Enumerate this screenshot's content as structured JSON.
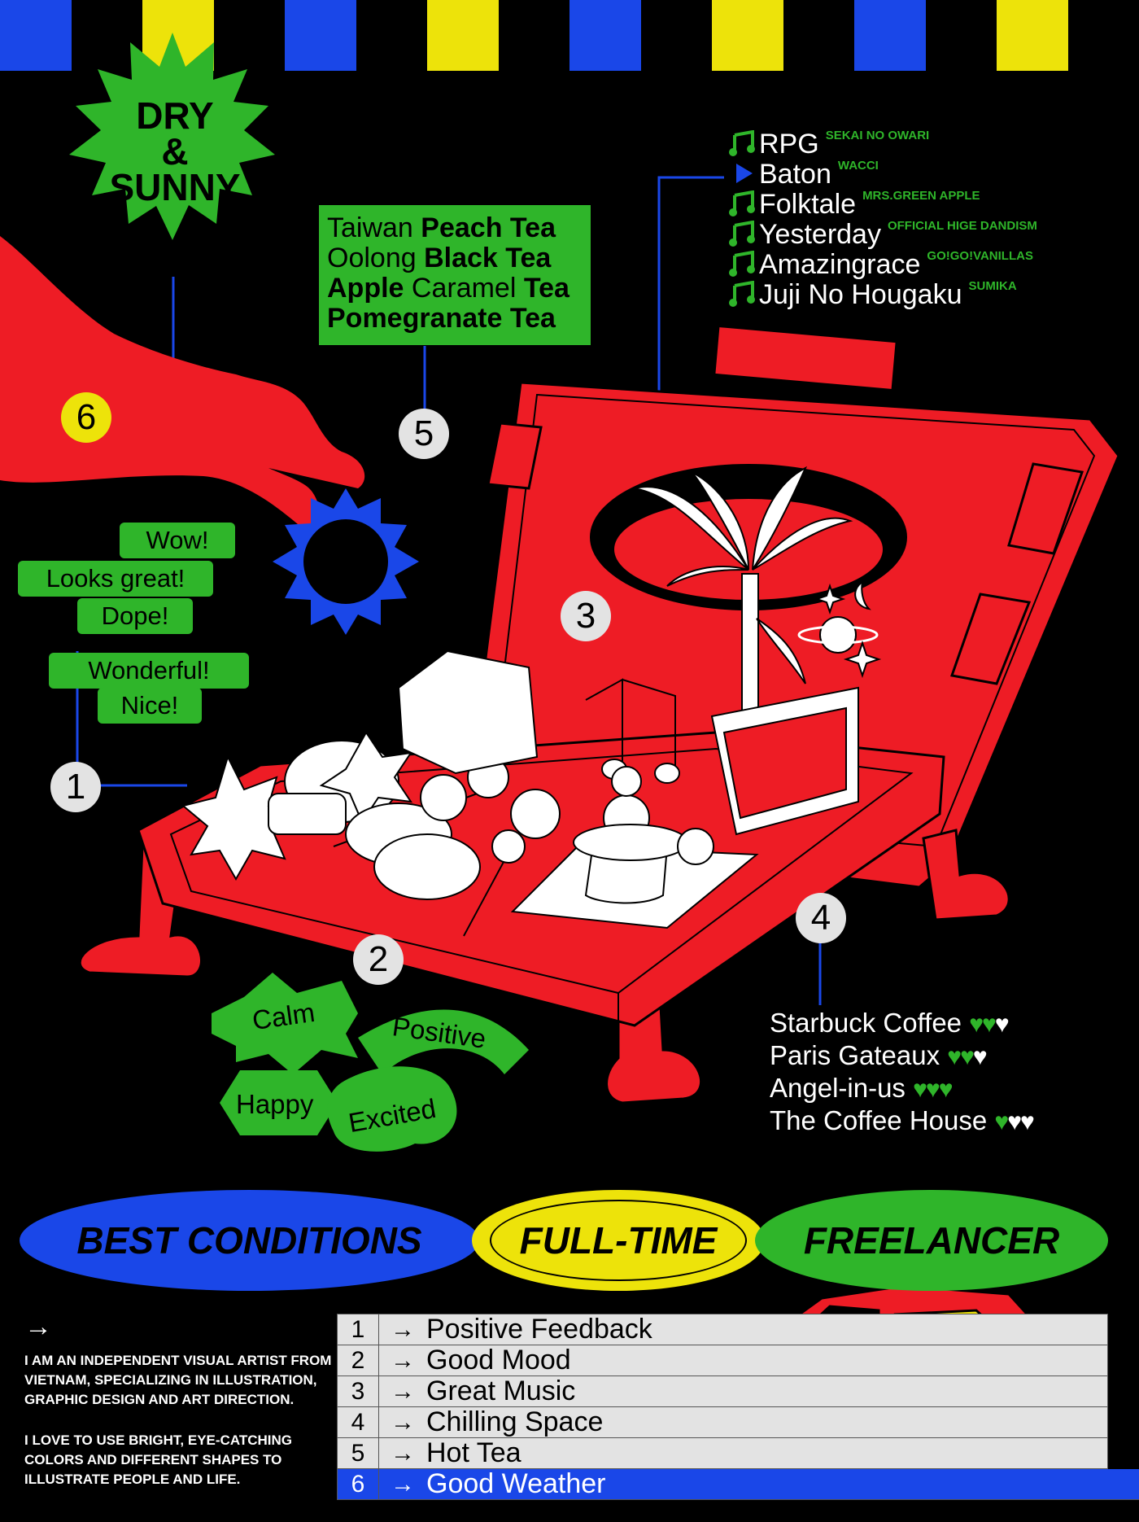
{
  "colors": {
    "red": "#ee1c25",
    "green": "#2fb52a",
    "blue": "#1a47e8",
    "yellow": "#ede30a",
    "black": "#000000",
    "light": "#e3e3e3"
  },
  "weather": {
    "line1": "DRY",
    "line2": "&",
    "line3": "SUNNY"
  },
  "teas": [
    {
      "light": "Taiwan",
      "bold": "Peach Tea"
    },
    {
      "light": "Oolong",
      "bold": "Black Tea"
    },
    {
      "bold": "Apple",
      "light": "Caramel",
      "bold2": "Tea"
    },
    {
      "bold": "Pomegranate Tea"
    }
  ],
  "playlist": [
    {
      "title": "RPG",
      "artist": "SEKAI NO OWARI",
      "icon": "music-note-icon"
    },
    {
      "title": "Baton",
      "artist": "WACCI",
      "icon": "play-icon"
    },
    {
      "title": "Folktale",
      "artist": "MRS.GREEN APPLE",
      "icon": "music-note-icon"
    },
    {
      "title": "Yesterday",
      "artist": "OFFICIAL HIGE DANDISM",
      "icon": "music-note-icon"
    },
    {
      "title": "Amazingrace",
      "artist": "GO!GO!VANILLAS",
      "icon": "music-note-icon"
    },
    {
      "title": "Juji No Hougaku",
      "artist": "SUMIKA",
      "icon": "music-note-icon"
    }
  ],
  "feedback": [
    "Wow!",
    "Looks great!",
    "Dope!",
    "Wonderful!",
    "Nice!"
  ],
  "moods": [
    "Calm",
    "Positive",
    "Happy",
    "Excited"
  ],
  "cafes": [
    {
      "name": "Starbuck Coffee",
      "rating": 2,
      "hearts": "♥♥♥"
    },
    {
      "name": "Paris Gateaux",
      "rating": 2,
      "hearts": "♥♥♥"
    },
    {
      "name": "Angel-in-us",
      "rating": 3,
      "hearts": "♥♥♥"
    },
    {
      "name": "The Coffee House",
      "rating": 1,
      "hearts": "♥♥♥"
    }
  ],
  "markers": [
    "1",
    "2",
    "3",
    "4",
    "5",
    "6"
  ],
  "pills": {
    "best": "BEST CONDITIONS",
    "fulltime": "FULL-TIME",
    "freelancer": "FREELANCER"
  },
  "bio": {
    "arrow": "→",
    "p1": "I AM AN INDEPENDENT VISUAL ARTIST FROM VIETNAM, SPECIALIZING IN ILLUSTRATION, GRAPHIC DESIGN AND ART DIRECTION.",
    "p2": "I LOVE TO USE BRIGHT, EYE-CATCHING COLORS AND DIFFERENT SHAPES TO ILLUSTRATE PEOPLE AND LIFE."
  },
  "conditions": [
    {
      "num": "1",
      "label": "Positive Feedback"
    },
    {
      "num": "2",
      "label": "Good Mood"
    },
    {
      "num": "3",
      "label": "Great Music"
    },
    {
      "num": "4",
      "label": "Chilling Space"
    },
    {
      "num": "5",
      "label": "Hot Tea"
    },
    {
      "num": "6",
      "label": "Good Weather",
      "selected": true
    }
  ],
  "arrow": "→"
}
